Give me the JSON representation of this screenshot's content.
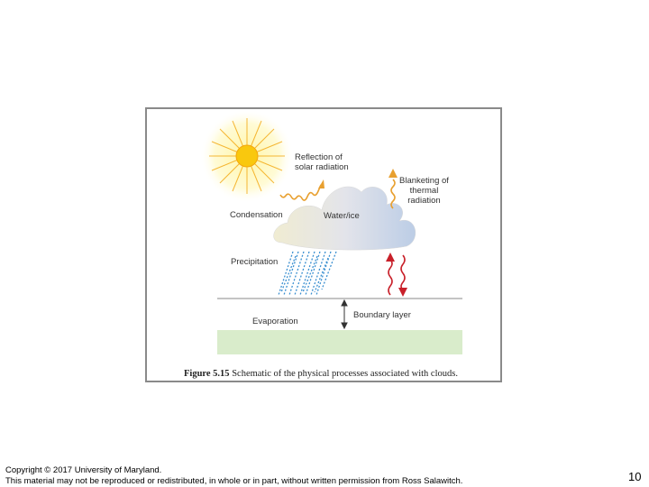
{
  "figure": {
    "caption_label": "Figure 5.15",
    "caption_text": "Schematic of the physical processes associated with clouds.",
    "labels": {
      "reflection_line1": "Reflection of",
      "reflection_line2": "solar radiation",
      "blanketing_line1": "Blanketing of",
      "blanketing_line2": "thermal",
      "blanketing_line3": "radiation",
      "condensation": "Condensation",
      "water_ice": "Water/ice",
      "precipitation": "Precipitation",
      "boundary_layer": "Boundary layer",
      "evaporation": "Evaporation"
    },
    "colors": {
      "sun": "#f9c80e",
      "sun_glow": "#fff3a0",
      "solar_arrow": "#e8a030",
      "thermal_arrow": "#c8202a",
      "rain": "#3a8fd0",
      "ground": "#d9eccb"
    }
  },
  "footer": {
    "copyright": "Copyright © 2017 University of Maryland.",
    "notice": "This material may not be reproduced or redistributed, in whole or in part, without written permission from Ross Salawitch."
  },
  "page_number": "10"
}
